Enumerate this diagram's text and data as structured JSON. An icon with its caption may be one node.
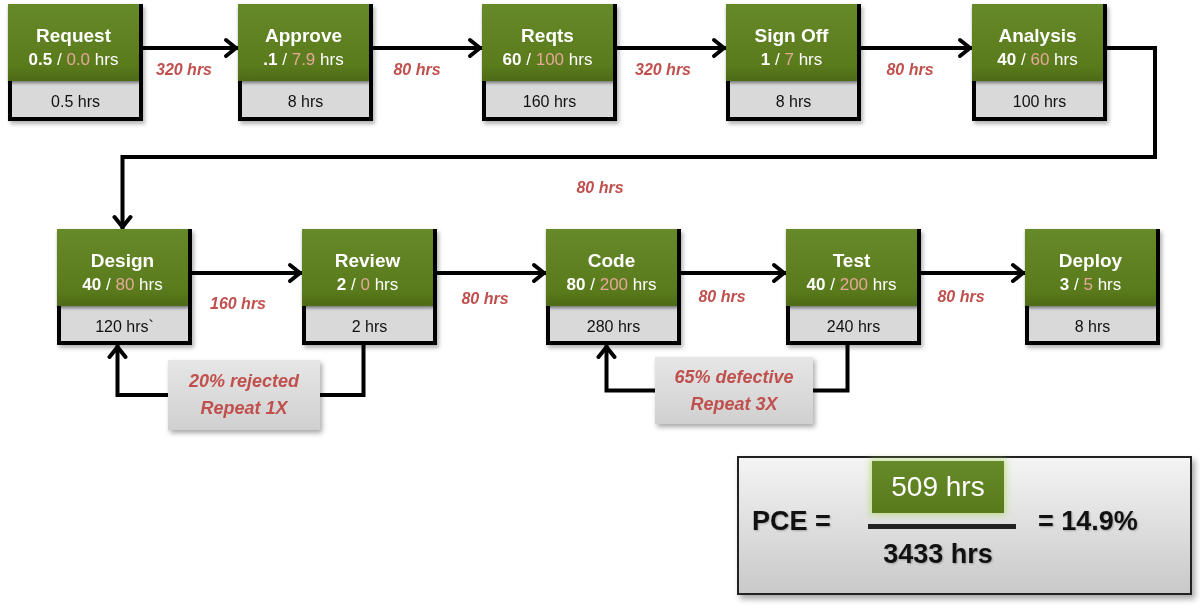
{
  "diagram": {
    "nodes": [
      {
        "text": [
          "0.5 hrs"
        ]
      },
      {
        "text": [
          "Request",
          "**0.5** / 0.0 hrs"
        ],
        "in": 0
      },
      {
        "text": [
          "8 hrs"
        ]
      },
      {
        "text": [
          "Approve",
          "**.1** / 7.9 hrs"
        ],
        "in": 2
      },
      {
        "text": [
          "160 hrs"
        ]
      },
      {
        "text": [
          "Reqts",
          "**60** / 100 hrs"
        ],
        "in": 4
      },
      {
        "text": [
          "8 hrs"
        ]
      },
      {
        "text": [
          "Sign Off",
          "**1** / 7 hrs"
        ],
        "in": 6
      },
      {
        "text": [
          "100 hrs"
        ]
      },
      {
        "text": [
          "Analysis",
          "**40** / 60 hrs"
        ],
        "in": 8
      },
      {
        "text": [
          "120 hrs`"
        ]
      },
      {
        "text": [
          "Design",
          "**40** / 80 hrs"
        ],
        "in": 10
      },
      {
        "text": [
          "2 hrs"
        ]
      },
      {
        "text": [
          "Review",
          "**2** / 0 hrs"
        ],
        "in": 12
      },
      {
        "text": [
          "280 hrs"
        ]
      },
      {
        "text": [
          "Code",
          "**80** / 200 hrs"
        ],
        "in": 14
      },
      {
        "text": [
          "240 hrs"
        ]
      },
      {
        "text": [
          "Test",
          "**40** / 200 hrs"
        ],
        "in": 16
      },
      {
        "text": [
          "8 hrs"
        ]
      },
      {
        "text": [
          "Deploy",
          "**3** / 5 hrs"
        ],
        "in": 18
      },
      {
        "text": [
          "20% rejected Repeat 1X"
        ]
      },
      {
        "text": [
          "65% defective Repeat 3X"
        ]
      },
      {
        "text": [
          "PCE =",
          "3433 hrs",
          "= 14.9%"
        ]
      },
      {
        "text": [
          "509 hrs"
        ],
        "in": 22
      }
    ],
    "edges": [
      {
        "from": 1,
        "to": 3,
        "arrow": "to",
        "label": "320 hrs"
      },
      {
        "from": 3,
        "to": 5,
        "arrow": "to",
        "label": "80 hrs"
      },
      {
        "from": 5,
        "to": 7,
        "arrow": "to",
        "label": "320 hrs"
      },
      {
        "from": 7,
        "to": 9,
        "arrow": "to",
        "label": "80 hrs"
      },
      {
        "from": 9,
        "to": 11,
        "arrow": "to",
        "label": "80 hrs"
      },
      {
        "from": 11,
        "to": 13,
        "arrow": "to",
        "label": "160 hrs"
      },
      {
        "from": 13,
        "to": 15,
        "arrow": "to",
        "label": "80 hrs"
      },
      {
        "from": 15,
        "to": 17,
        "arrow": "to",
        "label": "80 hrs"
      },
      {
        "from": 17,
        "to": 19,
        "arrow": "to",
        "label": "80 hrs"
      },
      {
        "from": 12,
        "to": 20,
        "arrow": "none"
      },
      {
        "from": 20,
        "to": 10,
        "arrow": "to"
      },
      {
        "from": 16,
        "to": 21,
        "arrow": "none"
      },
      {
        "from": 21,
        "to": 14,
        "arrow": "to"
      }
    ]
  }
}
